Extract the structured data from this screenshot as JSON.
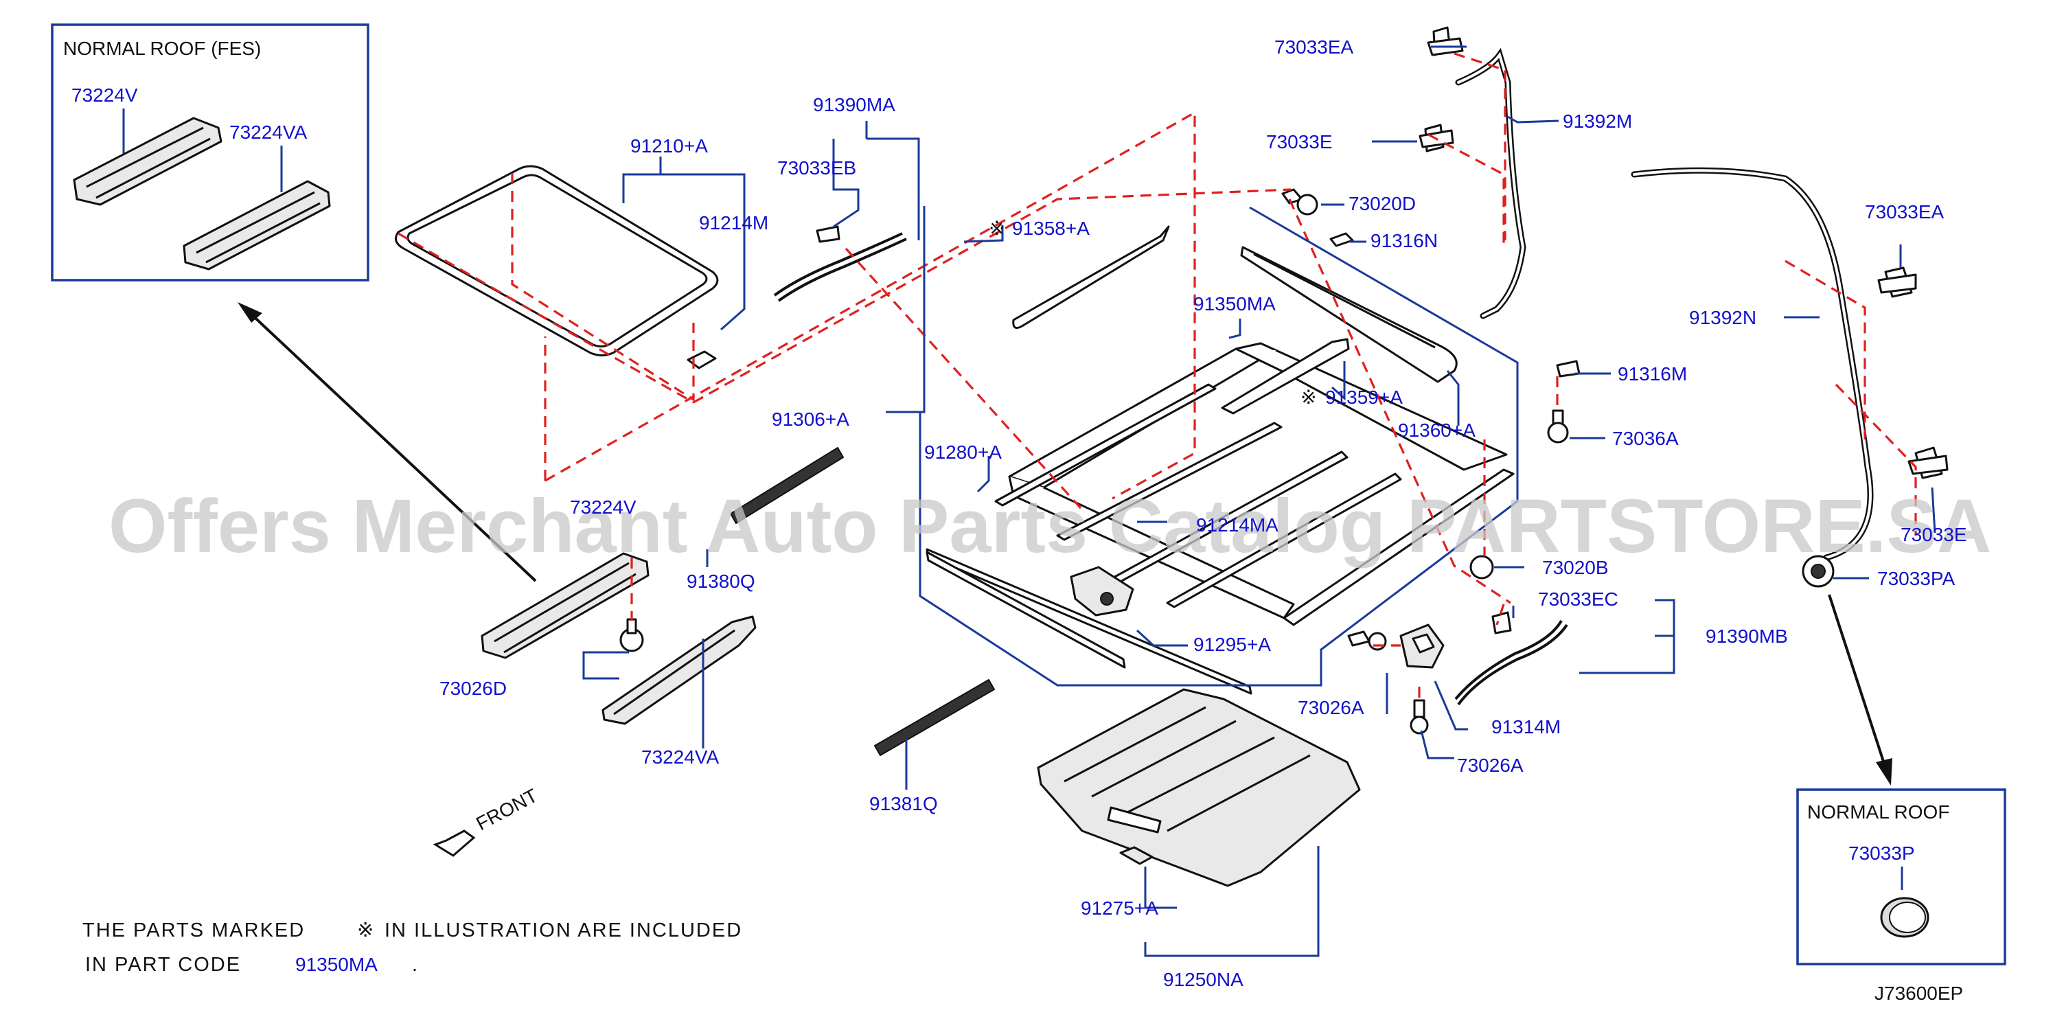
{
  "inset_top_left": {
    "title": "NORMAL  ROOF   (FES)",
    "parts": [
      "73224V",
      "73224VA"
    ]
  },
  "inset_bottom_right": {
    "title": "NORMAL  ROOF",
    "parts": [
      "73033P"
    ]
  },
  "labels": {
    "p73033EA_top": "73033EA",
    "p73033E_top": "73033E",
    "p91392M": "91392M",
    "p73020D": "73020D",
    "p91316N": "91316N",
    "p91390MA": "91390MA",
    "p73033EB": "73033EB",
    "p91210A": "91210+A",
    "p91214M": "91214M",
    "p91358A": "91358+A",
    "p91350MA": "91350MA",
    "p91359A": "91359+A",
    "p91360A": "91360+A",
    "p91306A": "91306+A",
    "p91280A": "91280+A",
    "p91214MA": "91214MA",
    "p91295A": "91295+A",
    "p73224V": "73224V",
    "p91380Q": "91380Q",
    "p73026D": "73026D",
    "p73224VA": "73224VA",
    "p91381Q": "91381Q",
    "p91275A": "91275+A",
    "p91250NA": "91250NA",
    "p73026A_1": "73026A",
    "p73026A_2": "73026A",
    "p91314M": "91314M",
    "p73033EC": "73033EC",
    "p91390MB": "91390MB",
    "p73020B": "73020B",
    "p91316M": "91316M",
    "p73036A": "73036A",
    "p73033EA_right": "73033EA",
    "p91392N": "91392N",
    "p73033E_right": "73033E",
    "p73033PA": "73033PA"
  },
  "front_label": "FRONT",
  "note": {
    "line1_a": "THE  PARTS  MARKED",
    "mark": "※",
    "line1_b": "IN  ILLUSTRATION  ARE  INCLUDED",
    "line2_a": "IN  PART  CODE",
    "line2_code": "91350MA",
    "line2_end": "."
  },
  "diagram_code": "J73600EP",
  "watermark": "Offers Merchant Auto Parts Catalog PARTSTORE.SA",
  "colors": {
    "label": "#1111cc",
    "leader": "#1a3a9a",
    "dashed": "#e02020",
    "outline": "#111111"
  }
}
